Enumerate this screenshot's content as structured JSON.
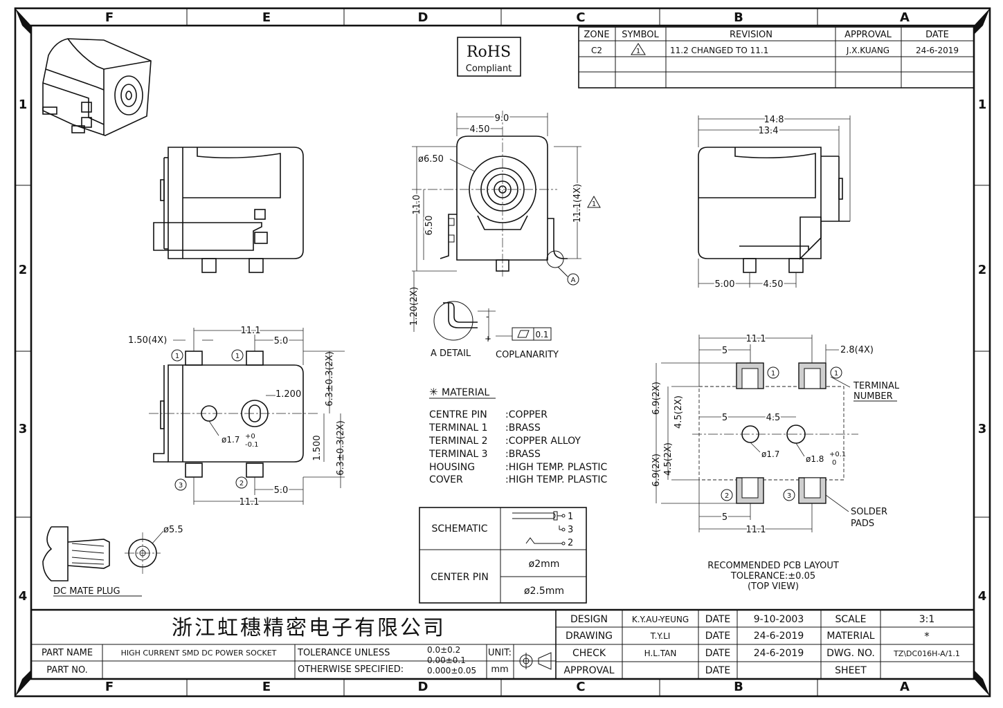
{
  "zones": {
    "columns": [
      "F",
      "E",
      "D",
      "C",
      "B",
      "A"
    ],
    "rows": [
      "1",
      "2",
      "3",
      "4"
    ]
  },
  "rohs": {
    "main": "RoHS",
    "sub": "Compliant"
  },
  "revision_table": {
    "headers": [
      "ZONE",
      "SYMBOL",
      "REVISION",
      "APPROVAL",
      "DATE"
    ],
    "rows": [
      {
        "zone": "C2",
        "symbol": "1",
        "revision": "11.2 CHANGED TO 11.1",
        "approval": "J.X.KUANG",
        "date": "24-6-2019"
      }
    ]
  },
  "front_view": {
    "w_total": "9.0",
    "w_half": "4.50",
    "dia": "ø6.50",
    "h_total": "11.0",
    "h_center": "6.50",
    "h_right": "11.1(4X)",
    "rev_mark": "1",
    "pin_spacing": "1.20(2X)",
    "detail_ref": "A"
  },
  "side_view": {
    "w_total": "14.8",
    "w_body": "13.4",
    "d_left": "5.00",
    "d_right": "4.50"
  },
  "bottom_view": {
    "w_top": "11.1",
    "pad_w": "1.50(4X)",
    "pad_off_top": "5.0",
    "hole_lbl": "1.200",
    "dia_small": "ø1.7",
    "dia_small_tol_top": "+0",
    "dia_small_tol_bot": "-0.1",
    "h_center": "1.500",
    "v_top": "6.3±0.3(2X)",
    "v_bot": "6.3±0.3(2X)",
    "pad_off_bot": "5.0",
    "w_bot": "11.1",
    "pins": [
      "1",
      "1",
      "3",
      "2"
    ]
  },
  "detail": {
    "label": "A DETAIL",
    "coplanarity": "COPLANARITY",
    "flat_val": "0.1",
    "plus": "+",
    "minus": "-"
  },
  "material": {
    "title": "MATERIAL",
    "items": [
      {
        "part": "CENTRE PIN",
        "mat": ":COPPER"
      },
      {
        "part": "TERMINAL 1",
        "mat": ":BRASS"
      },
      {
        "part": "TERMINAL 2",
        "mat": ":COPPER ALLOY"
      },
      {
        "part": "TERMINAL 3",
        "mat": ":BRASS"
      },
      {
        "part": "HOUSING",
        "mat": ":HIGH TEMP. PLASTIC"
      },
      {
        "part": "COVER",
        "mat": ":HIGH TEMP. PLASTIC"
      }
    ]
  },
  "schematic_table": {
    "schematic": "SCHEMATIC",
    "center_pin": "CENTER PIN",
    "d1": "ø2mm",
    "d2": "ø2.5mm",
    "pins": [
      "1",
      "3",
      "2"
    ]
  },
  "pcb": {
    "w_top": "11.1",
    "pad_off": "5",
    "pad_w": "2.8(4X)",
    "terminal": "TERMINAL",
    "number": "NUMBER",
    "v_outer_top": "6.9(2X)",
    "v_inner_top": "4.5(2X)",
    "v_outer_bot": "6.9(2X)",
    "v_inner_bot": "4.5(2X)",
    "mid_off": "5",
    "mid_sp": "4.5",
    "dia1": "ø1.7",
    "dia2": "ø1.8",
    "dia2_tol_top": "+0.1",
    "dia2_tol_bot": "0",
    "bot_off": "5",
    "w_bot": "11.1",
    "solder": "SOLDER",
    "pads": "PADS",
    "title1": "RECOMMENDED PCB LAYOUT",
    "title2": "TOLERANCE:±0.05",
    "title3": "(TOP VIEW)",
    "pins": [
      "1",
      "1",
      "2",
      "3"
    ]
  },
  "plug": {
    "label": "DC MATE PLUG",
    "dia": "ø5.5"
  },
  "title_block": {
    "company": "浙江虹穗精密电子有限公司",
    "part_name_lbl": "PART NAME",
    "part_name": "HIGH CURRENT SMD DC POWER SOCKET",
    "part_no_lbl": "PART NO.",
    "tol1": "TOLERANCE UNLESS",
    "tol2": "OTHERWISE SPECIFIED:",
    "tv1": "0.0±0.2",
    "tv2": "0.00±0.1",
    "tv3": "0.000±0.05",
    "unit_lbl": "UNIT:",
    "unit": "mm",
    "design_lbl": "DESIGN",
    "design": "K.Y.AU-YEUNG",
    "design_date": "9-10-2003",
    "drawing_lbl": "DRAWING",
    "drawing": "T.Y.LI",
    "drawing_date": "24-6-2019",
    "check_lbl": "CHECK",
    "check": "H.L.TAN",
    "check_date": "24-6-2019",
    "approval_lbl": "APPROVAL",
    "date_lbl": "DATE",
    "scale_lbl": "SCALE",
    "scale": "3:1",
    "material_lbl": "MATERIAL",
    "material": "*",
    "dwg_lbl": "DWG. NO.",
    "dwg": "TZ\\DC016H-A/1.1",
    "sheet_lbl": "SHEET"
  }
}
